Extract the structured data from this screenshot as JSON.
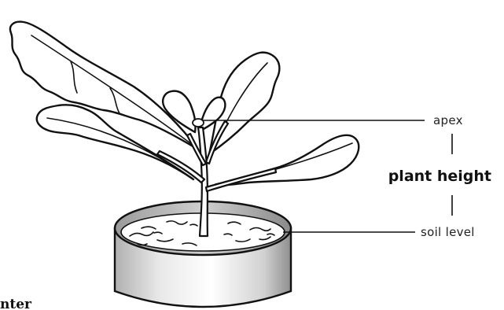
{
  "diagram": {
    "labels": {
      "apex": "apex",
      "plant_height": "plant height",
      "soil_level": "soil level",
      "cut_off_text": "nter"
    },
    "icons": {
      "plant": "plant-illustration",
      "pot": "pot-illustration"
    },
    "colors": {
      "line": "#111111",
      "background": "#ffffff",
      "pot_shade": "#9a9a9a"
    }
  }
}
